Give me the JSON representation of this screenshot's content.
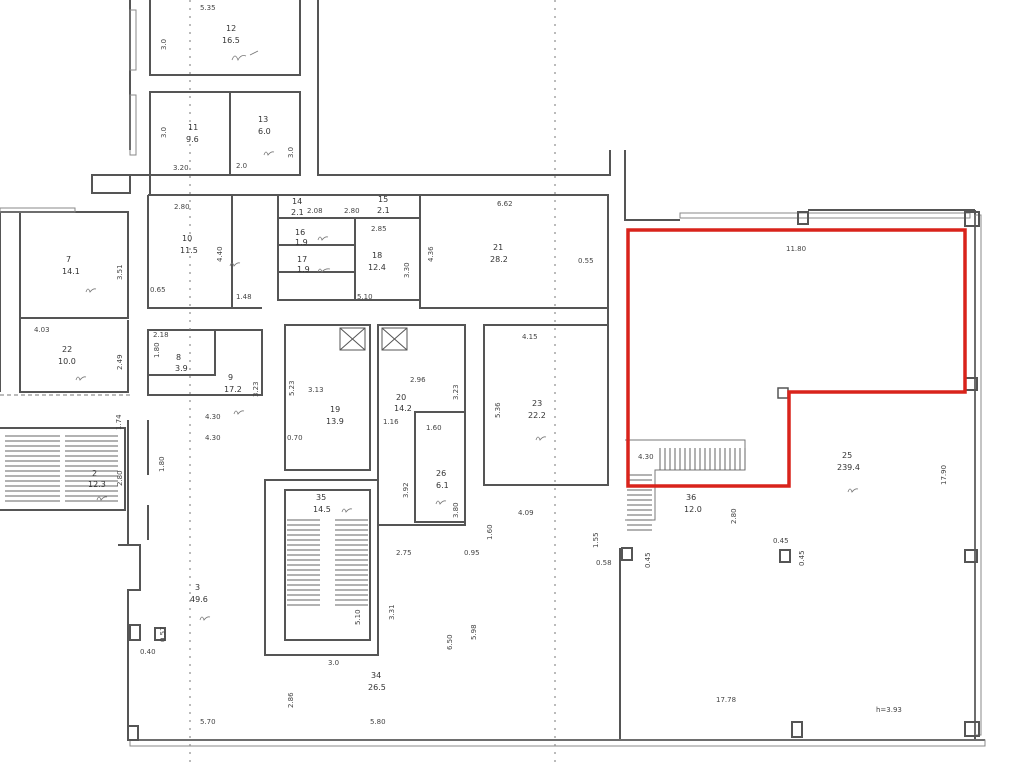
{
  "plan": {
    "highlight_color": "#d9231b",
    "wall_color": "#555555",
    "rooms": [
      {
        "id": "12",
        "number": "12",
        "area": "16.5"
      },
      {
        "id": "11",
        "number": "11",
        "area": "9.6"
      },
      {
        "id": "13",
        "number": "13",
        "area": "6.0"
      },
      {
        "id": "10",
        "number": "10",
        "area": "11.5"
      },
      {
        "id": "14",
        "number": "14",
        "area": "2.1"
      },
      {
        "id": "15",
        "number": "15",
        "area": "2.1"
      },
      {
        "id": "16",
        "number": "16",
        "area": "1.9"
      },
      {
        "id": "17",
        "number": "17",
        "area": "1.9"
      },
      {
        "id": "18",
        "number": "18",
        "area": "12.4"
      },
      {
        "id": "21",
        "number": "21",
        "area": "28.2"
      },
      {
        "id": "7",
        "number": "7",
        "area": "14.1"
      },
      {
        "id": "22",
        "number": "22",
        "area": "10.0"
      },
      {
        "id": "8",
        "number": "8",
        "area": "3.9"
      },
      {
        "id": "9",
        "number": "9",
        "area": "17.2"
      },
      {
        "id": "19",
        "number": "19",
        "area": "13.9"
      },
      {
        "id": "20",
        "number": "20",
        "area": "14.2"
      },
      {
        "id": "23",
        "number": "23",
        "area": "22.2"
      },
      {
        "id": "26",
        "number": "26",
        "area": "6.1"
      },
      {
        "id": "2",
        "number": "2",
        "area": "12.3"
      },
      {
        "id": "35",
        "number": "35",
        "area": "14.5"
      },
      {
        "id": "3",
        "number": "3",
        "area": "49.6"
      },
      {
        "id": "34",
        "number": "34",
        "area": "26.5"
      },
      {
        "id": "25",
        "number": "25",
        "area": "239.4"
      },
      {
        "id": "36",
        "number": "36",
        "area": "12.0"
      }
    ],
    "dimensions": [
      "5.35",
      "3.0",
      "3.0",
      "3.20",
      "2.0",
      "3.0",
      "2.80",
      "4.40",
      "0.65",
      "1.48",
      "2.08",
      "2.80",
      "2.85",
      "3.30",
      "5.10",
      "4.36",
      "6.62",
      "0.55",
      "11.80",
      "3.51",
      "4.03",
      "2.49",
      "2.18",
      "1.80",
      "3.23",
      "4.30",
      "4.30",
      "1.74",
      "5.23",
      "3.13",
      "0.70",
      "2.96",
      "3.23",
      "1.16",
      "1.60",
      "5.36",
      "4.15",
      "4.09",
      "3.92",
      "3.80",
      "1.60",
      "2.75",
      "0.95",
      "1.80",
      "2.80",
      "4.30",
      "2.80",
      "1.55",
      "0.58",
      "0.45",
      "0.45",
      "0.45",
      "17.90",
      "5.10",
      "3.31",
      "6.50",
      "5.98",
      "0.57",
      "0.40",
      "3.0",
      "2.86",
      "5.70",
      "5.80",
      "17.78",
      "h=3.93"
    ]
  }
}
